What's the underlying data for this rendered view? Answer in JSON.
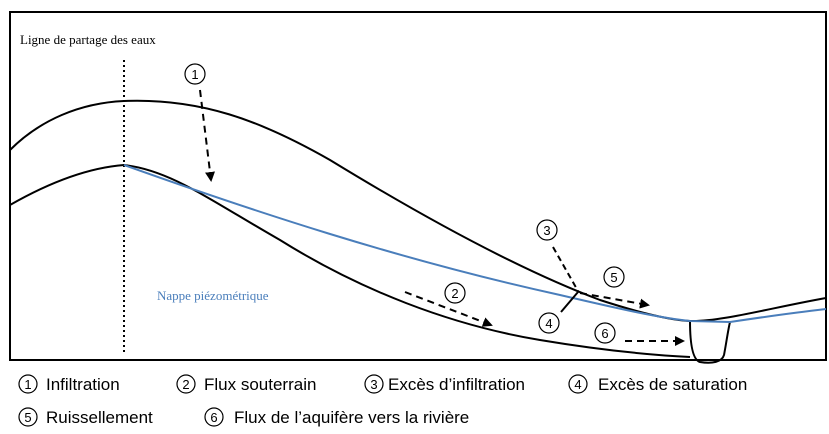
{
  "diagram": {
    "divide_label": "Ligne de partage des eaux",
    "water_table_label": "Nappe piézométrique",
    "colors": {
      "ink": "#000000",
      "water_table": "#4a7ebb"
    },
    "markers": [
      "1",
      "2",
      "3",
      "4",
      "5",
      "6"
    ]
  },
  "legend": {
    "items": [
      {
        "num": "1",
        "label": "Infiltration"
      },
      {
        "num": "2",
        "label": "Flux souterrain"
      },
      {
        "num": "3",
        "label": "Excès d’infiltration"
      },
      {
        "num": "4",
        "label": "Excès de saturation"
      },
      {
        "num": "5",
        "label": "Ruissellement"
      },
      {
        "num": "6",
        "label": "Flux de l’aquifère vers la rivière"
      }
    ]
  }
}
